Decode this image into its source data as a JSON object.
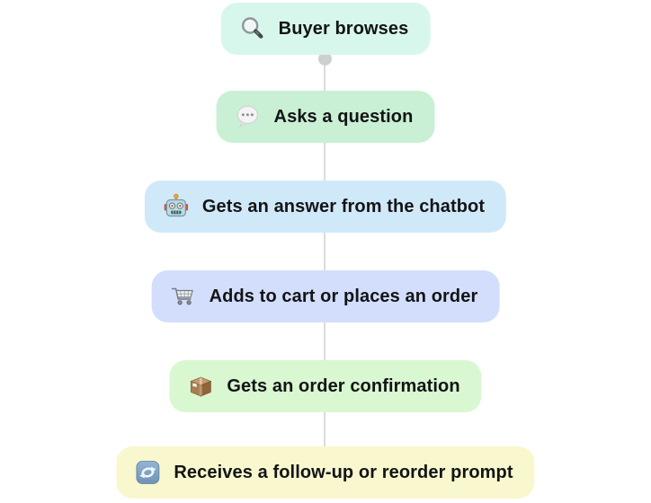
{
  "page": {
    "background": "#ffffff",
    "text_color": "#131416"
  },
  "connector": {
    "line_color": "#d9dcdb",
    "dot_color": "#ccd1d0"
  },
  "flow": {
    "steps": [
      {
        "label": "Buyer browses",
        "icon": "magnifying-glass-icon",
        "bg": "#d7f7ec"
      },
      {
        "label": "Asks a question",
        "icon": "speech-bubble-icon",
        "bg": "#c9f0d4"
      },
      {
        "label": "Gets an answer from the chatbot",
        "icon": "robot-icon",
        "bg": "#d0e9f9"
      },
      {
        "label": "Adds to cart or places an order",
        "icon": "shopping-cart-icon",
        "bg": "#d2defb"
      },
      {
        "label": "Gets an order confirmation",
        "icon": "package-icon",
        "bg": "#d9f7d0"
      },
      {
        "label": "Receives a follow-up or reorder prompt",
        "icon": "repeat-icon",
        "bg": "#f9f7ce"
      }
    ]
  }
}
